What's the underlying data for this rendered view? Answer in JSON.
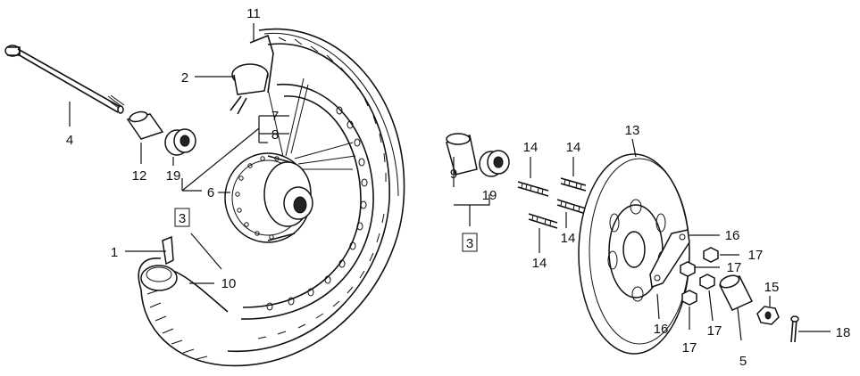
{
  "labels": {
    "axle": "4",
    "spacer_left": "12",
    "bearing_left": "19",
    "bearing_right": "19",
    "collar_right": "9",
    "tire": "11",
    "tube": "2",
    "spoke_a": "7",
    "spoke_b": "8",
    "hub": "6",
    "rim_set_left": "3",
    "rim_set_right": "3",
    "rim_band": "1",
    "rim": "10",
    "disc": "13",
    "stud_tl": "14",
    "stud_tr": "14",
    "stud_bl": "14",
    "stud_br": "14",
    "lock_plate_top": "16",
    "lock_plate_bottom": "16",
    "nut_a": "17",
    "nut_b": "17",
    "nut_c": "17",
    "nut_d": "17",
    "axle_sleeve": "5",
    "axle_nut": "15",
    "cotter_pin": "18"
  }
}
